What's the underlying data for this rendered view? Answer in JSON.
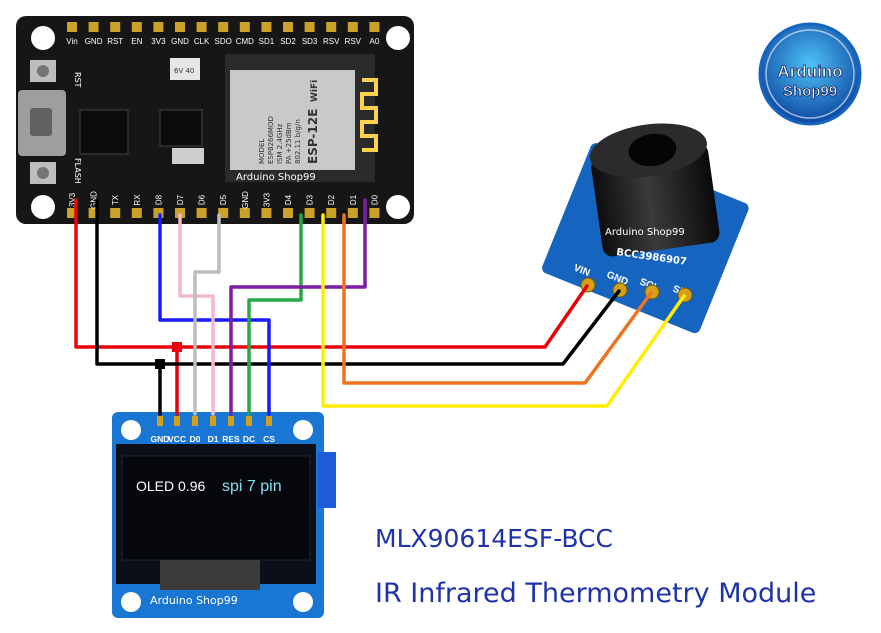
{
  "logo": {
    "line1": "Arduino",
    "line2": "Shop99"
  },
  "nodemcu": {
    "top_pins": [
      "Vin",
      "GND",
      "RST",
      "EN",
      "3V3",
      "GND",
      "CLK",
      "SDO",
      "CMD",
      "SD1",
      "SD2",
      "SD3",
      "RSV",
      "RSV",
      "A0"
    ],
    "bottom_pins": [
      "3V3",
      "GND",
      "TX",
      "RX",
      "D8",
      "D7",
      "D6",
      "D5",
      "GND",
      "3V3",
      "D4",
      "D3",
      "D2",
      "D1",
      "D0"
    ],
    "side_labels": {
      "rst": "RST",
      "flash": "FLASH"
    },
    "shield_lines": [
      "MODEL",
      "ESP8266MOD",
      "ISM 2.4GHz",
      "PA +25dBm",
      "802.11 b/g/n"
    ],
    "module_name": "ESP-12E",
    "wifi_label": "WiFi",
    "regulator": "6V 40",
    "watermark": "Arduino Shop99"
  },
  "sensor": {
    "pins": [
      "VIN",
      "GND",
      "SCL",
      "SDA"
    ],
    "part_code": "BCC3986907",
    "watermark": "Arduino Shop99"
  },
  "oled": {
    "pins": [
      "GND",
      "VCC",
      "D0",
      "D1",
      "RES",
      "DC",
      "CS"
    ],
    "screen_text_1": "OLED 0.96",
    "screen_text_2": "spi 7 pin",
    "watermark": "Arduino Shop99"
  },
  "captions": {
    "title": "MLX90614ESF-BCC",
    "subtitle": "IR Infrared Thermometry Module"
  },
  "colors": {
    "wire_red": "#e8000b",
    "wire_black": "#000000",
    "wire_blue": "#1a1aff",
    "wire_pink": "#f5b8c8",
    "wire_gray": "#bdbdbd",
    "wire_green": "#28a745",
    "wire_purple": "#7b1fa2",
    "wire_yellow": "#ffee00",
    "wire_orange": "#f07320",
    "pcb_blue": "#1565c0",
    "caption": "#1f33a8"
  }
}
